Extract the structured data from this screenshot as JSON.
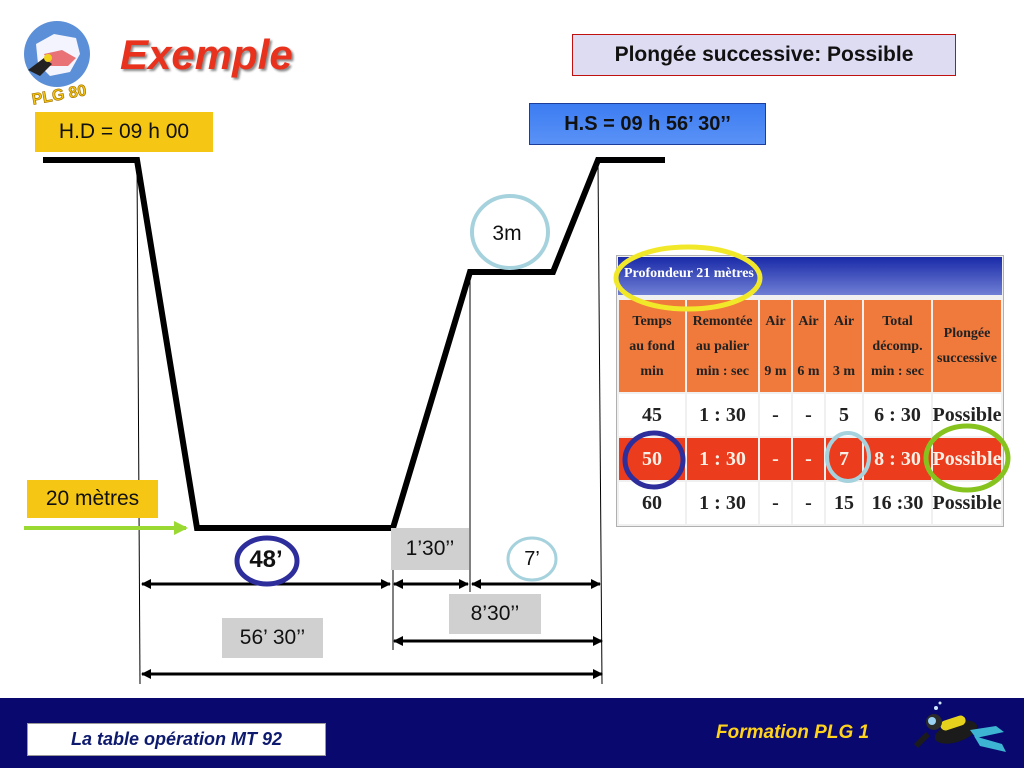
{
  "logo": {
    "text": "PLG 80",
    "icon": "diver-globe-logo-icon"
  },
  "title": "Exemple",
  "status_box": "Plongée successive: Possible",
  "hs_label": "H.S = 09 h 56’ 30’’",
  "hd_label": "H.D = 09 h 00",
  "depth_label": "20 mètres",
  "stop_depth_label": "3m",
  "durations": {
    "bottom": "48’",
    "ascent": "1’30’’",
    "stop": "7’",
    "total_decompression": "8’30’’",
    "total_dive": "56’ 30’’"
  },
  "table": {
    "title": "Profondeur 21 mètres",
    "headers": [
      [
        "Temps",
        "au fond",
        "min"
      ],
      [
        "Remontée",
        "au palier",
        "min : sec"
      ],
      [
        "Air",
        "",
        "9 m"
      ],
      [
        "Air",
        "",
        "6 m"
      ],
      [
        "Air",
        "",
        "3 m"
      ],
      [
        "Total",
        "décomp.",
        "min : sec"
      ],
      [
        "Plongée",
        "successive"
      ]
    ],
    "rows": [
      [
        "45",
        "1 : 30",
        "-",
        "-",
        "5",
        "6 : 30",
        "Possible"
      ],
      [
        "50",
        "1 : 30",
        "-",
        "-",
        "7",
        "8 : 30",
        "Possible"
      ],
      [
        "60",
        "1 : 30",
        "-",
        "-",
        "15",
        "16 :30",
        "Possible"
      ]
    ],
    "highlighted_row": 1,
    "colors": {
      "header": "#f07a3c",
      "highlight_row": "#ec3c1e",
      "title_bar": "#1a2aa8"
    }
  },
  "circle_colors": {
    "yellow": "#f2e82a",
    "navy": "#2d2d9c",
    "light_blue": "#a6d2de",
    "green": "#86c31e"
  },
  "footer": {
    "left_text": "La table opération MT 92",
    "right_text": "Formation PLG 1",
    "diver_icon": "scuba-diver-icon"
  }
}
